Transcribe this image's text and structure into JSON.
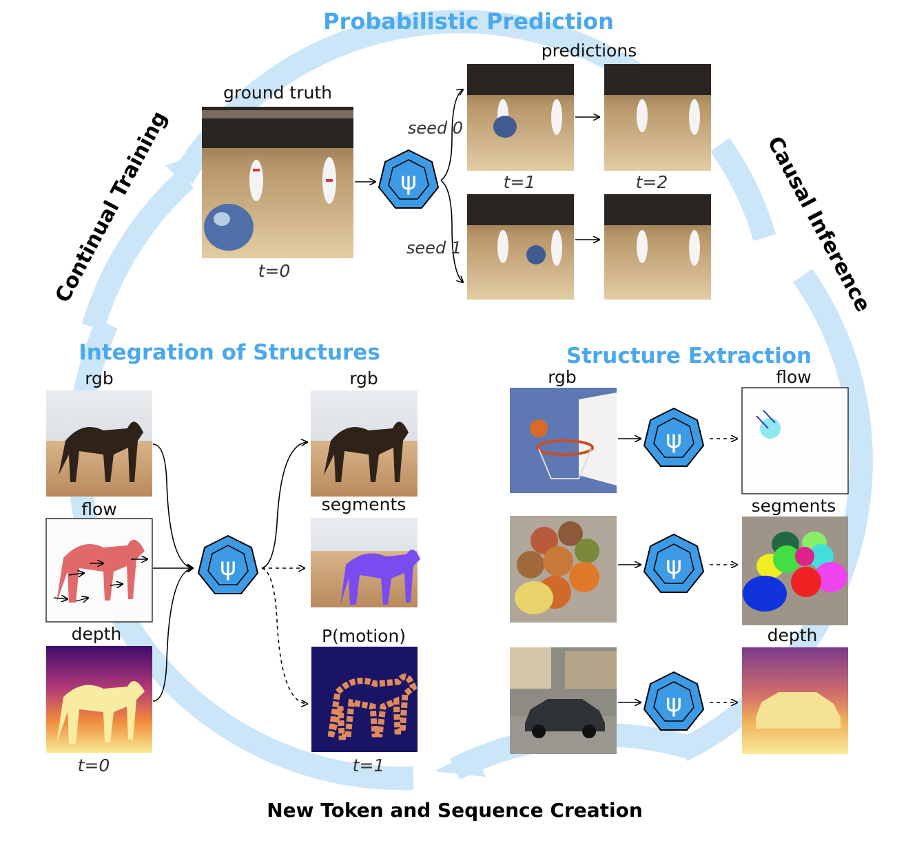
{
  "titles": {
    "top": "Probabilistic Prediction",
    "left": "Continual Training",
    "right": "Causal Inference",
    "bottom": "New Token and Sequence Creation",
    "integration": "Integration of Structures",
    "extraction": "Structure Extraction"
  },
  "prediction": {
    "ground_truth": "ground truth",
    "predictions": "predictions",
    "seed0": "seed 0",
    "seed1": "seed 1",
    "t0": "t=0",
    "t1": "t=1",
    "t2": "t=2"
  },
  "integration": {
    "rgb_in": "rgb",
    "flow_in": "flow",
    "depth_in": "depth",
    "rgb_out": "rgb",
    "segments_out": "segments",
    "motion_out": "P(motion)",
    "t0": "t=0",
    "t1": "t=1"
  },
  "extraction": {
    "rgb_in": "rgb",
    "flow_out": "flow",
    "segments_out": "segments",
    "depth_out": "depth"
  },
  "model_symbol": "ψ",
  "colors": {
    "accent_blue": "#4aa8ec",
    "ring_blue": "#cce6f9",
    "node_blue": "#3d9be6"
  }
}
